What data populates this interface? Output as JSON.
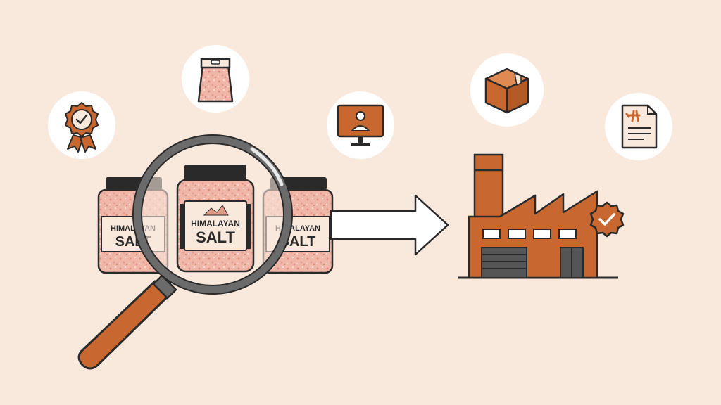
{
  "colors": {
    "background": "#F9E8DC",
    "accent": "#C8672F",
    "outline": "#2A2A2A",
    "salt": "#F0B6A8",
    "salt_speckle": "#D98C7E",
    "white": "#FFFFFF",
    "lens_ring": "#6B6B6B"
  },
  "jars": [
    {
      "label_line1": "HIMALAYAN",
      "label_line2": "SALT"
    },
    {
      "label_line1": "HIMALAYAN",
      "label_line2": "SALT"
    },
    {
      "label_line1": "HIMALAYAN",
      "label_line2": "SALT"
    }
  ],
  "icons": [
    "award-ribbon-icon",
    "salt-bag-icon",
    "monitor-user-icon",
    "package-box-icon",
    "shipping-document-icon",
    "magnifying-glass-icon",
    "arrow-right-icon",
    "factory-icon",
    "verified-badge-icon"
  ]
}
